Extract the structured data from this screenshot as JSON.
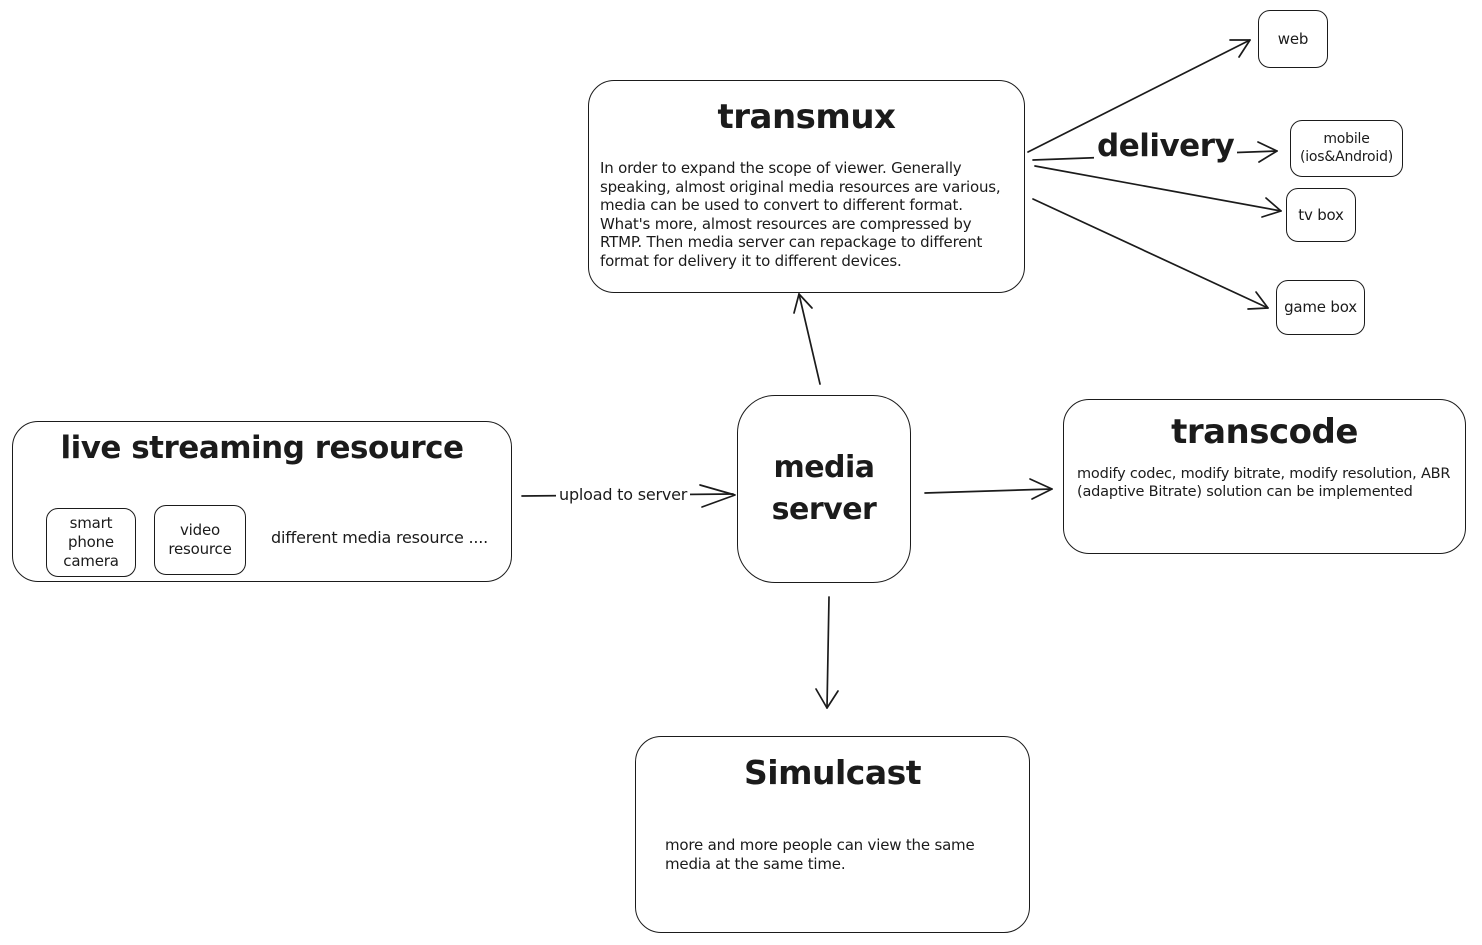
{
  "canvas": {
    "colors": {
      "stroke": "#1b1b1b",
      "background": "#ffffff"
    }
  },
  "nodes": {
    "live_streaming": {
      "title": "live streaming resource",
      "items": {
        "smart_phone_camera": "smart phone camera",
        "video_resource": "video resource"
      },
      "note": "different media resource ...."
    },
    "media_server": {
      "title": "media server"
    },
    "transmux": {
      "title": "transmux",
      "body": "In order to expand the scope of viewer. Generally speaking, almost original media resources are various, media can be used to convert to different format. What's more, almost resources are compressed by RTMP. Then media server can repackage to different format for delivery it to different devices."
    },
    "transcode": {
      "title": "transcode",
      "body": "modify codec, modify bitrate, modify resolution, ABR (adaptive Bitrate) solution can be implemented"
    },
    "simulcast": {
      "title": "Simulcast",
      "body": "more and more people can view the same media at the same time."
    },
    "web": {
      "title": "web"
    },
    "mobile": {
      "title": "mobile (ios&Android)"
    },
    "tv_box": {
      "title": "tv box"
    },
    "game_box": {
      "title": "game box"
    }
  },
  "edge_labels": {
    "upload_to_server": "upload to server",
    "delivery": "delivery"
  }
}
